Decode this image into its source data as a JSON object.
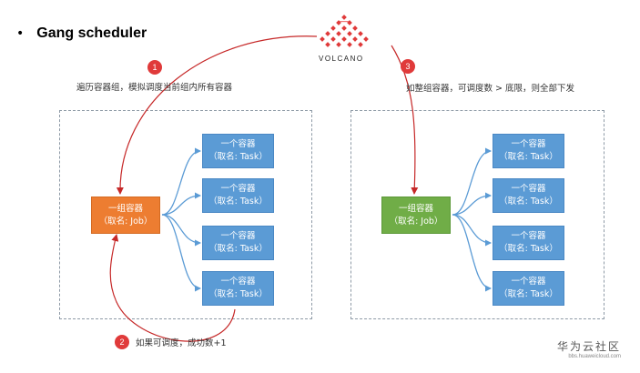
{
  "slide": {
    "bullet": "•",
    "title": "Gang scheduler"
  },
  "logo": {
    "text": "VOLCANO",
    "color": "#e03a3a",
    "icon": "volcano-triangle-logo"
  },
  "steps": [
    {
      "num": "1",
      "text": "遍历容器组，模拟调度当前组内所有容器"
    },
    {
      "num": "2",
      "text": "如果可调度，成功数+1"
    },
    {
      "num": "3",
      "text": "如整组容器，可调度数 > 底限，则全部下发"
    }
  ],
  "left_panel": {
    "job": {
      "line1": "一组容器",
      "line2": "（取名: Job）",
      "color": "#ed7d31"
    },
    "tasks": [
      {
        "line1": "一个容器",
        "line2": "（取名: Task）"
      },
      {
        "line1": "一个容器",
        "line2": "（取名: Task）"
      },
      {
        "line1": "一个容器",
        "line2": "（取名: Task）"
      },
      {
        "line1": "一个容器",
        "line2": "（取名: Task）"
      }
    ]
  },
  "right_panel": {
    "job": {
      "line1": "一组容器",
      "line2": "（取名: Job）",
      "color": "#70ad47"
    },
    "tasks": [
      {
        "line1": "一个容器",
        "line2": "（取名: Task）"
      },
      {
        "line1": "一个容器",
        "line2": "（取名: Task）"
      },
      {
        "line1": "一个容器",
        "line2": "（取名: Task）"
      },
      {
        "line1": "一个容器",
        "line2": "（取名: Task）"
      }
    ]
  },
  "colors": {
    "task": "#5b9bd5",
    "arrow_red": "#c62828",
    "arrow_blue": "#5b9bd5"
  },
  "watermark": {
    "brand": "华为云社区",
    "url": "bbs.huaweicloud.com"
  }
}
